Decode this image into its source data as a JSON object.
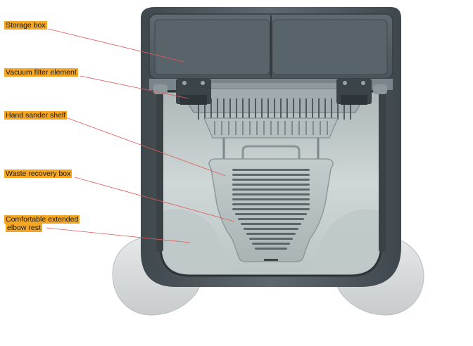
{
  "labels": {
    "storage_box": "Storage box",
    "vacuum_filter": "Vacuum filter element",
    "hand_sander_shelf": "Hand sander shelf",
    "waste_recovery_box": "Waste recovery box",
    "elbow_rest_line1": "Comfortable extended",
    "elbow_rest_line2": "elbow rest"
  },
  "colors": {
    "label_highlight": "#f5a623",
    "leader_line": "#e05a5a",
    "body_dark": "#4a5358",
    "body_mid": "#6b767c",
    "interior": "#c5cfcf",
    "grille": "#9fabad",
    "base": "#d9dcdd"
  }
}
